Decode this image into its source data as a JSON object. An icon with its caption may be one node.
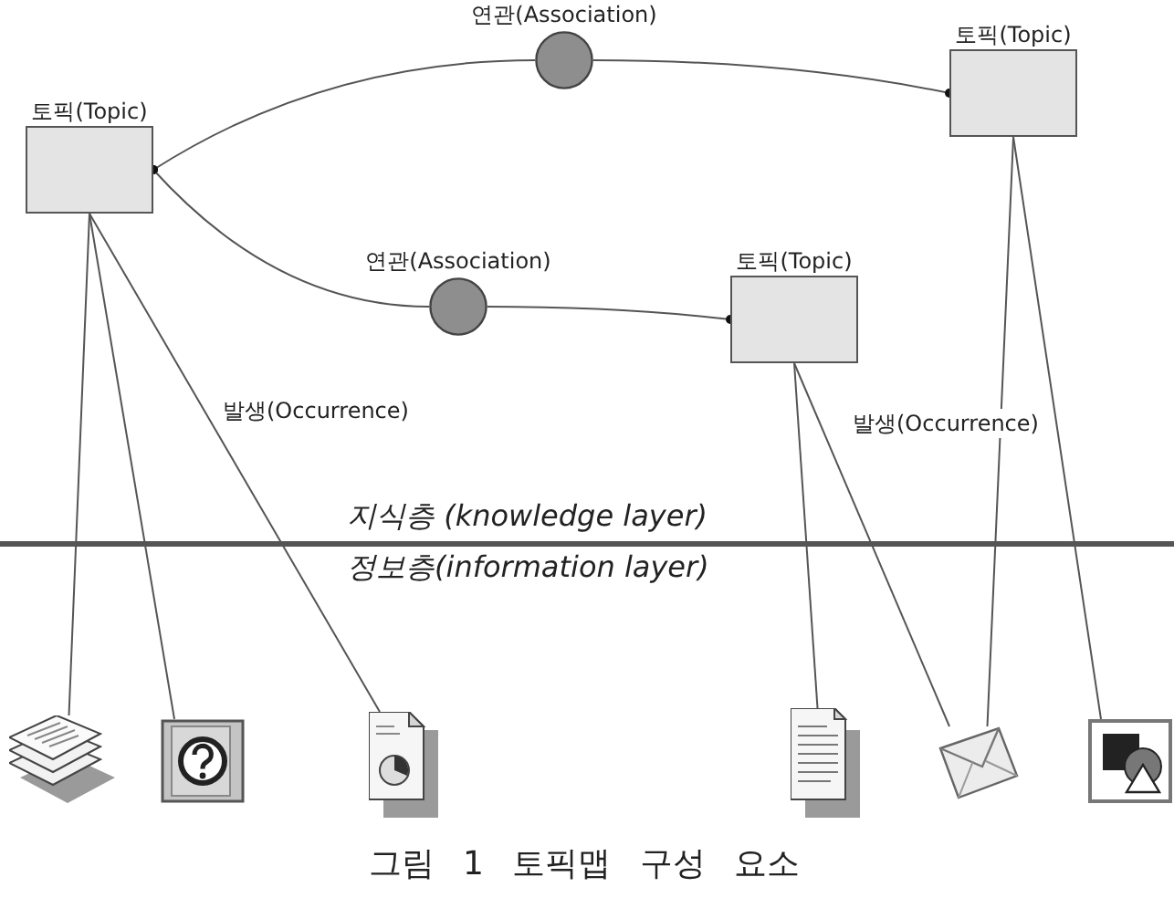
{
  "diagram": {
    "caption": "그림 1 토픽맵 구성 요소",
    "nodes": [
      {
        "text": [
          "연관(Association)"
        ]
      },
      {
        "text": [
          "토픽(Topic)"
        ]
      },
      {
        "text": [
          "토픽(Topic)"
        ]
      },
      {
        "text": [
          "연관(Association)"
        ]
      },
      {
        "text": [
          "토픽(Topic)"
        ]
      },
      {
        "text": [],
        "shape": "picture"
      },
      {
        "text": [],
        "shape": "picture"
      },
      {
        "text": [],
        "shape": "picture"
      },
      {
        "text": [],
        "shape": "picture"
      },
      {
        "text": [],
        "shape": "picture"
      },
      {
        "text": [],
        "shape": "picture"
      }
    ],
    "edges": [
      {
        "from": 0,
        "to": 2,
        "arrow": "other"
      },
      {
        "from": 0,
        "to": 1,
        "arrow": "other"
      },
      {
        "from": 3,
        "to": 2,
        "arrow": "other"
      },
      {
        "from": 3,
        "to": 4,
        "arrow": "other"
      },
      {
        "from": 2,
        "to": 5,
        "arrow": "none"
      },
      {
        "from": 2,
        "to": 6,
        "arrow": "none"
      },
      {
        "from": 2,
        "to": 7,
        "arrow": "none",
        "label": "발생(Occurrence)"
      },
      {
        "from": 4,
        "to": 8,
        "arrow": "none"
      },
      {
        "from": 4,
        "to": 9,
        "arrow": "none"
      },
      {
        "from": 1,
        "to": 9,
        "arrow": "none",
        "label": "발생(Occurrence)"
      },
      {
        "from": 1,
        "to": 10,
        "arrow": "none"
      }
    ],
    "labels": [
      "지식층 (knowledge layer)",
      "정보층(information layer)"
    ]
  }
}
